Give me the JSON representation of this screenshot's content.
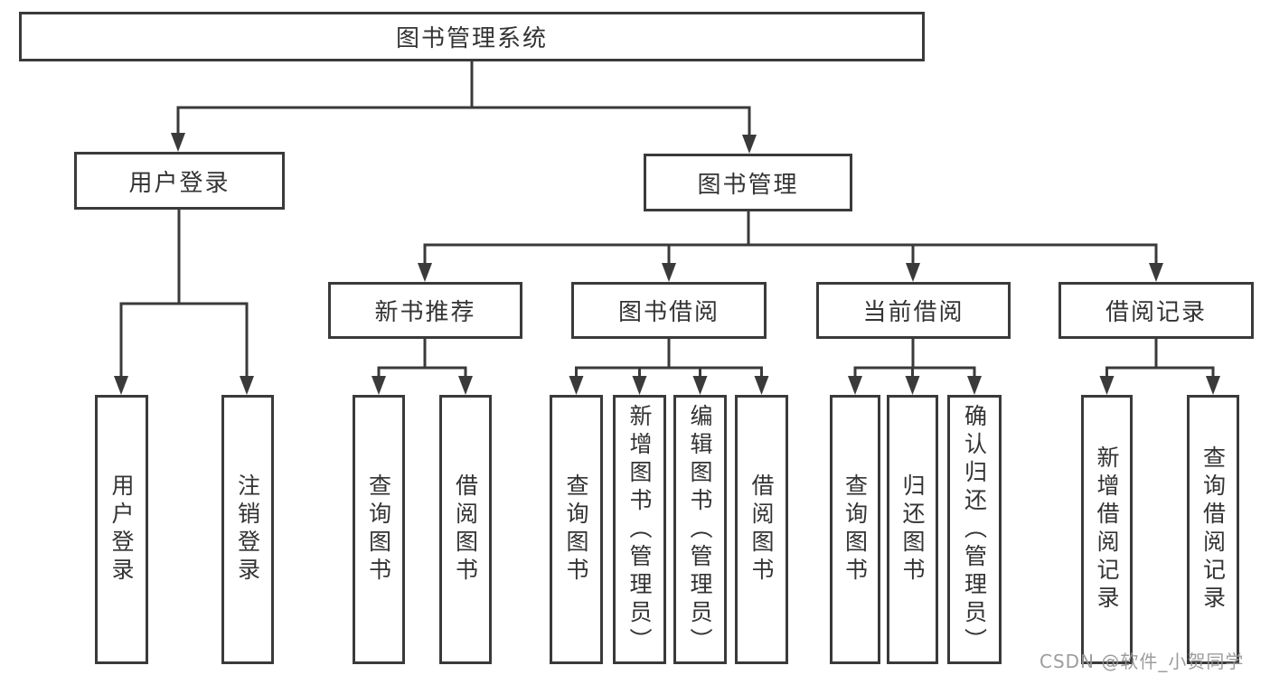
{
  "title": "图书管理系统",
  "colors": {
    "line": "#3a3a3a",
    "box_border": "#3a3a3a",
    "text": "#333333",
    "background": "#ffffff",
    "watermark": "#949494"
  },
  "watermark": {
    "text": "CSDN @软件_小贺同学"
  },
  "tree": {
    "label": "图书管理系统",
    "children": [
      {
        "label": "用户登录",
        "children": [
          {
            "label": "用户登录"
          },
          {
            "label": "注销登录"
          }
        ]
      },
      {
        "label": "图书管理",
        "children": [
          {
            "label": "新书推荐",
            "children": [
              {
                "label": "查询图书"
              },
              {
                "label": "借阅图书"
              }
            ]
          },
          {
            "label": "图书借阅",
            "children": [
              {
                "label": "查询图书"
              },
              {
                "label": "新增图书（管理员）"
              },
              {
                "label": "编辑图书（管理员）"
              },
              {
                "label": "借阅图书"
              }
            ]
          },
          {
            "label": "当前借阅",
            "children": [
              {
                "label": "查询图书"
              },
              {
                "label": "归还图书"
              },
              {
                "label": "确认归还（管理员）"
              }
            ]
          },
          {
            "label": "借阅记录",
            "children": [
              {
                "label": "新增借阅记录"
              },
              {
                "label": "查询借阅记录"
              }
            ]
          }
        ]
      }
    ]
  }
}
